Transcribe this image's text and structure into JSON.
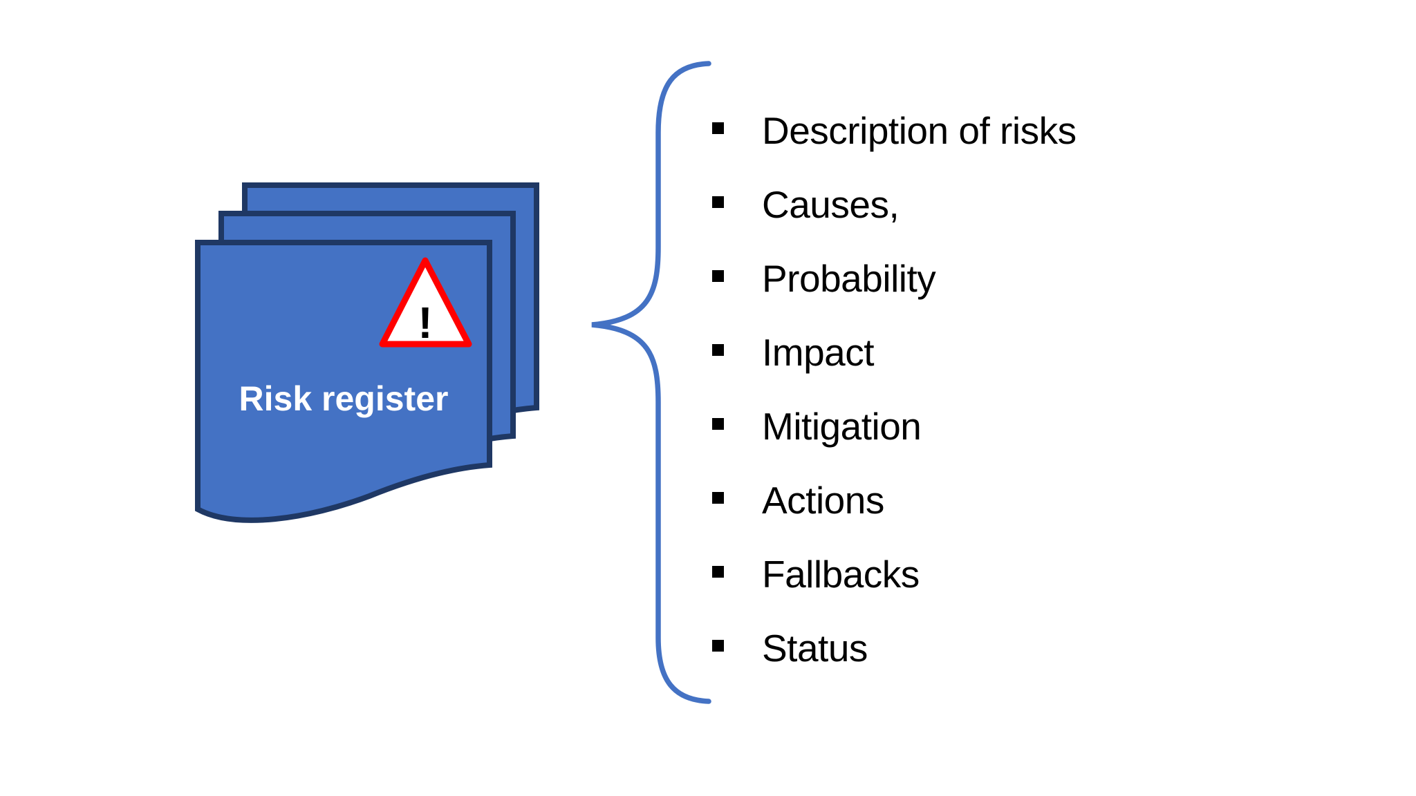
{
  "slide": {
    "background_color": "#FFFFFF",
    "document_stack": {
      "label": "Risk register",
      "page_count": 3,
      "fill_color": "#4472C4",
      "border_color": "#1F3864",
      "label_color": "#FFFFFF"
    },
    "warning_icon": {
      "symbol": "!",
      "outline_color": "#FF0000",
      "fill_color": "#FFFFFF",
      "symbol_color": "#000000"
    },
    "brace": {
      "color": "#4472C4"
    },
    "list": {
      "bullet_style": "filled-square",
      "bullet_color": "#000000",
      "text_color": "#000000",
      "items": [
        {
          "label": "Description of risks"
        },
        {
          "label": "Causes,"
        },
        {
          "label": "Probability"
        },
        {
          "label": "Impact"
        },
        {
          "label": "Mitigation"
        },
        {
          "label": "Actions"
        },
        {
          "label": "Fallbacks"
        },
        {
          "label": "Status"
        }
      ]
    }
  }
}
